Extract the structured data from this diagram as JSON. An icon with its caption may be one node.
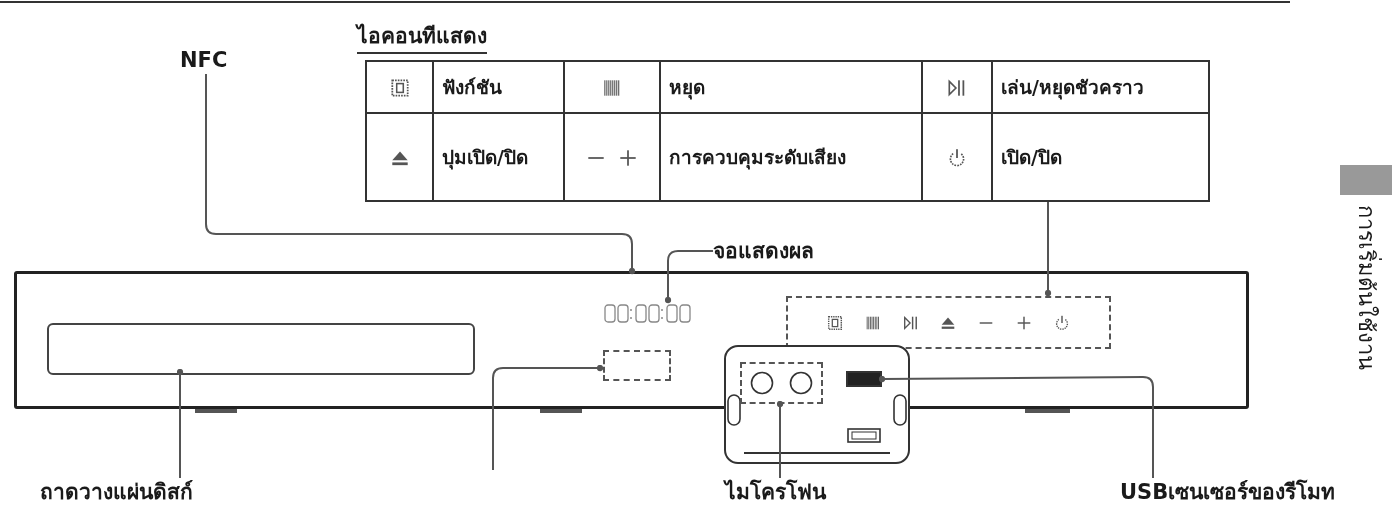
{
  "diagram": {
    "nodes": [
      {
        "text": [
          "ไอคอนทีแสดง",
          "ฟังก์ชัน",
          "หยุด",
          "เล่น/หยุดชัวคราว",
          "ปุมเปิด/ปิด",
          "การควบคุมระดับเสียง",
          "เปิด/ปิด"
        ]
      },
      {
        "text": [
          "NFC"
        ]
      },
      {
        "text": [
          "จอแสดงผล"
        ]
      },
      {
        "text": [
          "ถาดวางแผ่นดิสก์"
        ]
      },
      {
        "text": [
          "ไมโครโฟน"
        ]
      },
      {
        "text": [
          "USBเซนเซอร์ของรีโมท"
        ]
      },
      {
        "text": [],
        "shape": "box"
      },
      {
        "text": [],
        "shape": "box",
        "in": 6
      },
      {
        "text": [],
        "shape": "box",
        "in": 6
      },
      {
        "text": [],
        "shape": "box",
        "in": 6
      },
      {
        "text": [],
        "shape": "box",
        "in": 6
      },
      {
        "text": [],
        "shape": "box"
      },
      {
        "text": [],
        "shape": "box"
      },
      {
        "text": [],
        "shape": "box"
      }
    ],
    "edges": [
      {
        "from": 1,
        "to": 6,
        "arrow": "other"
      },
      {
        "from": 2,
        "to": 8,
        "arrow": "other"
      },
      {
        "from": 0,
        "to": 10,
        "arrow": "other"
      },
      {
        "from": 3,
        "to": 7,
        "arrow": "other"
      },
      {
        "from": null,
        "to": 9,
        "arrow": "other"
      },
      {
        "from": 4,
        "to": 12,
        "arrow": "other"
      },
      {
        "from": 5,
        "to": 13,
        "arrow": "other"
      }
    ],
    "labels": [
      "การเริ่มต้นใช้งาน"
    ]
  }
}
